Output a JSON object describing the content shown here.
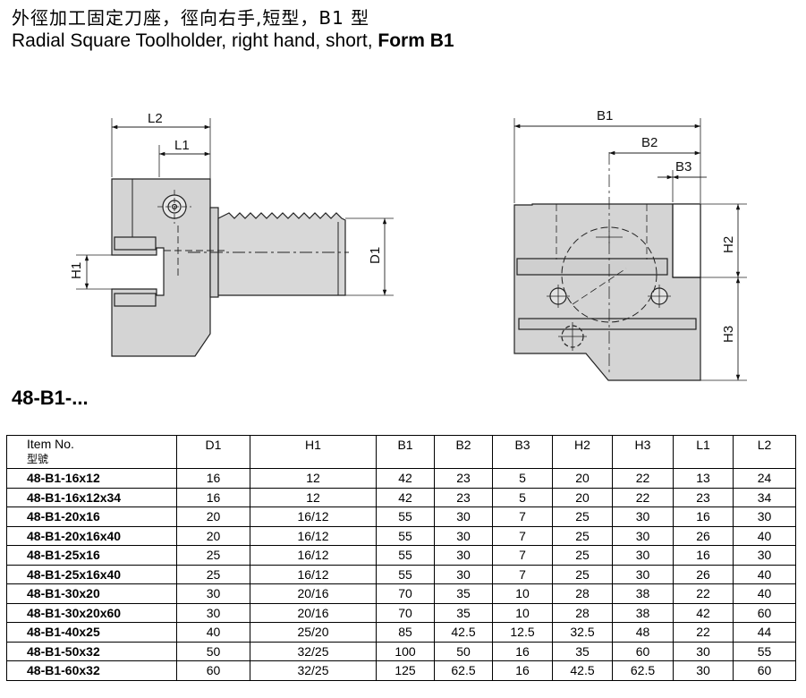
{
  "header": {
    "title_zh": "外徑加工固定刀座，徑向右手,短型，B1 型",
    "title_en_prefix": "Radial Square Toolholder, right hand, short, ",
    "title_en_bold": "Form B1"
  },
  "drawing": {
    "labels": {
      "L2": "L2",
      "L1": "L1",
      "H1": "H1",
      "D1": "D1",
      "B1": "B1",
      "B2": "B2",
      "B3": "B3",
      "H2": "H2",
      "H3": "H3"
    }
  },
  "series_label": "48-B1-...",
  "table": {
    "header": {
      "item": "Item No.",
      "item_zh": "型號",
      "cols": [
        "D1",
        "H1",
        "B1",
        "B2",
        "B3",
        "H2",
        "H3",
        "L1",
        "L2"
      ]
    },
    "rows": [
      [
        "48-B1-16x12",
        "16",
        "12",
        "42",
        "23",
        "5",
        "20",
        "22",
        "13",
        "24"
      ],
      [
        "48-B1-16x12x34",
        "16",
        "12",
        "42",
        "23",
        "5",
        "20",
        "22",
        "23",
        "34"
      ],
      [
        "48-B1-20x16",
        "20",
        "16/12",
        "55",
        "30",
        "7",
        "25",
        "30",
        "16",
        "30"
      ],
      [
        "48-B1-20x16x40",
        "20",
        "16/12",
        "55",
        "30",
        "7",
        "25",
        "30",
        "26",
        "40"
      ],
      [
        "48-B1-25x16",
        "25",
        "16/12",
        "55",
        "30",
        "7",
        "25",
        "30",
        "16",
        "30"
      ],
      [
        "48-B1-25x16x40",
        "25",
        "16/12",
        "55",
        "30",
        "7",
        "25",
        "30",
        "26",
        "40"
      ],
      [
        "48-B1-30x20",
        "30",
        "20/16",
        "70",
        "35",
        "10",
        "28",
        "38",
        "22",
        "40"
      ],
      [
        "48-B1-30x20x60",
        "30",
        "20/16",
        "70",
        "35",
        "10",
        "28",
        "38",
        "42",
        "60"
      ],
      [
        "48-B1-40x25",
        "40",
        "25/20",
        "85",
        "42.5",
        "12.5",
        "32.5",
        "48",
        "22",
        "44"
      ],
      [
        "48-B1-50x32",
        "50",
        "32/25",
        "100",
        "50",
        "16",
        "35",
        "60",
        "30",
        "55"
      ],
      [
        "48-B1-60x32",
        "60",
        "32/25",
        "125",
        "62.5",
        "16",
        "42.5",
        "62.5",
        "30",
        "60"
      ]
    ]
  }
}
